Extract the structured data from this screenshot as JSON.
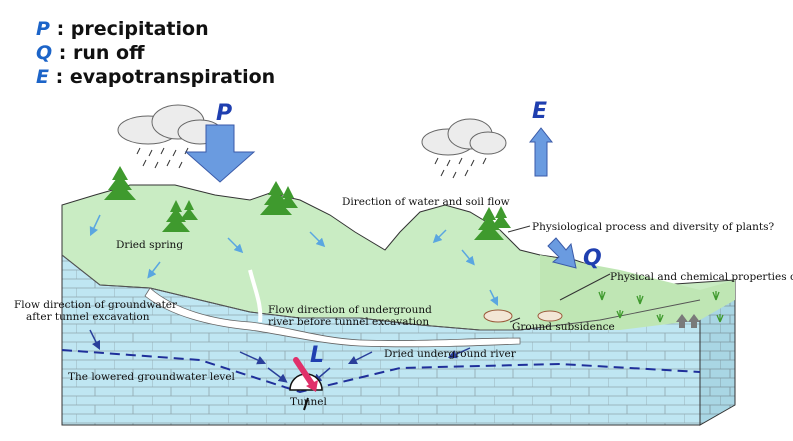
{
  "legend": [
    {
      "symbol": "P",
      "text": ": precipitation"
    },
    {
      "symbol": "Q",
      "text": ": run off"
    },
    {
      "symbol": "E",
      "text": ": evapotranspiration"
    }
  ],
  "symbols": {
    "p": "P",
    "e": "E",
    "q": "Q",
    "l": "L"
  },
  "labels": {
    "dried_spring": "Dried spring",
    "water_soil_flow": "Direction of water and soil flow",
    "physiological": "Physiological process and diversity of plants?",
    "physical_chemical": "Physical and chemical properties of soil",
    "flow_gw_line1": "Flow direction of groundwater",
    "flow_gw_line2": "after tunnel excavation",
    "flow_river_line1": "Flow direction of underground",
    "flow_river_line2": "river before tunnel excavation",
    "ground_subsidence": "Ground subsidence",
    "dried_river": "Dried underground river",
    "lowered_gw": "The lowered groundwater level",
    "tunnel": "Tunnel"
  },
  "colors": {
    "arrow_blue": "#6a9be0",
    "symbol_blue": "#1f3fb0",
    "legend_blue": "#1c64c8",
    "rock": "#bfe6f2",
    "soil": "#c9ecc3",
    "tree": "#3f9a2e",
    "tunnel_arrow": "#e0306a"
  }
}
